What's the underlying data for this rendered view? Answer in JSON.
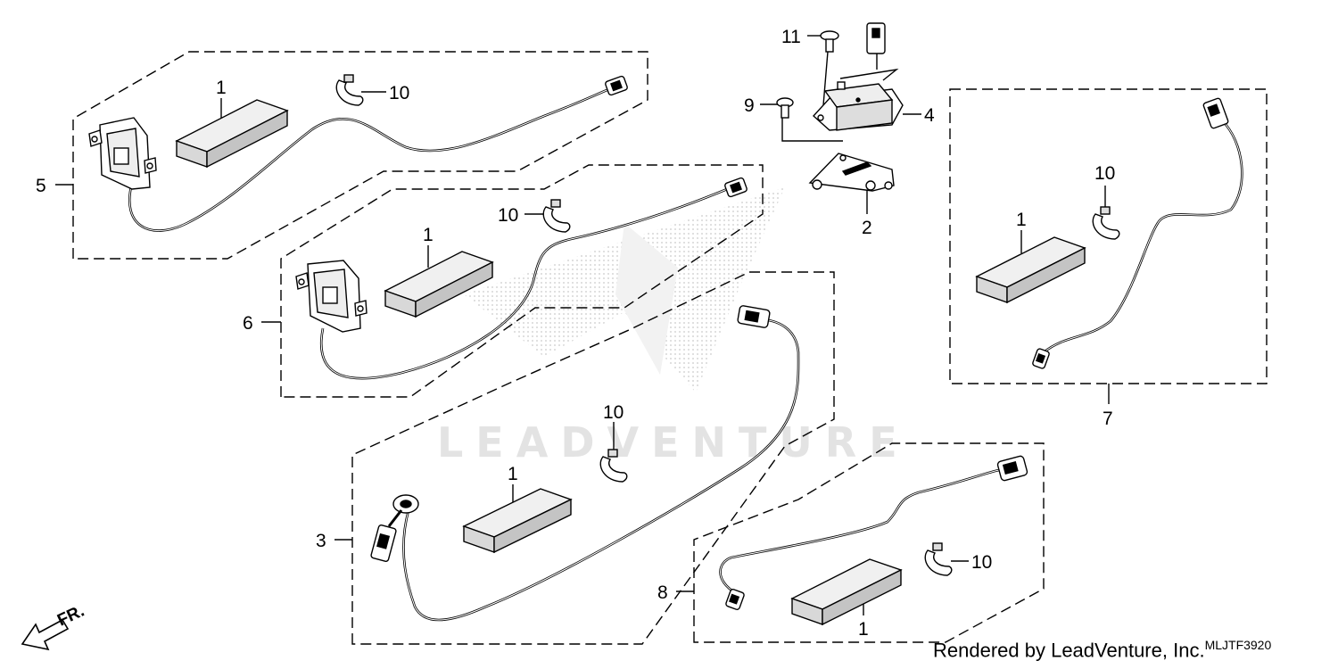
{
  "diagram": {
    "watermark": "LEADVENTURE",
    "orientation_mark": "FR.",
    "callouts": {
      "c5": "5",
      "c6": "6",
      "c3": "3",
      "c7": "7",
      "c8": "8",
      "c4": "4",
      "c2": "2",
      "c9": "9",
      "c11": "11",
      "c1a": "1",
      "c1b": "1",
      "c1c": "1",
      "c1d": "1",
      "c1e": "1",
      "c10a": "10",
      "c10b": "10",
      "c10c": "10",
      "c10d": "10",
      "c10e": "10"
    },
    "footer": {
      "text": "Rendered by LeadVenture, Inc.",
      "code": "MLJTF3920"
    }
  },
  "colors": {
    "line": "#000000",
    "pad_fill": "#d8d8d8",
    "watermark": "#e3e3e3"
  }
}
